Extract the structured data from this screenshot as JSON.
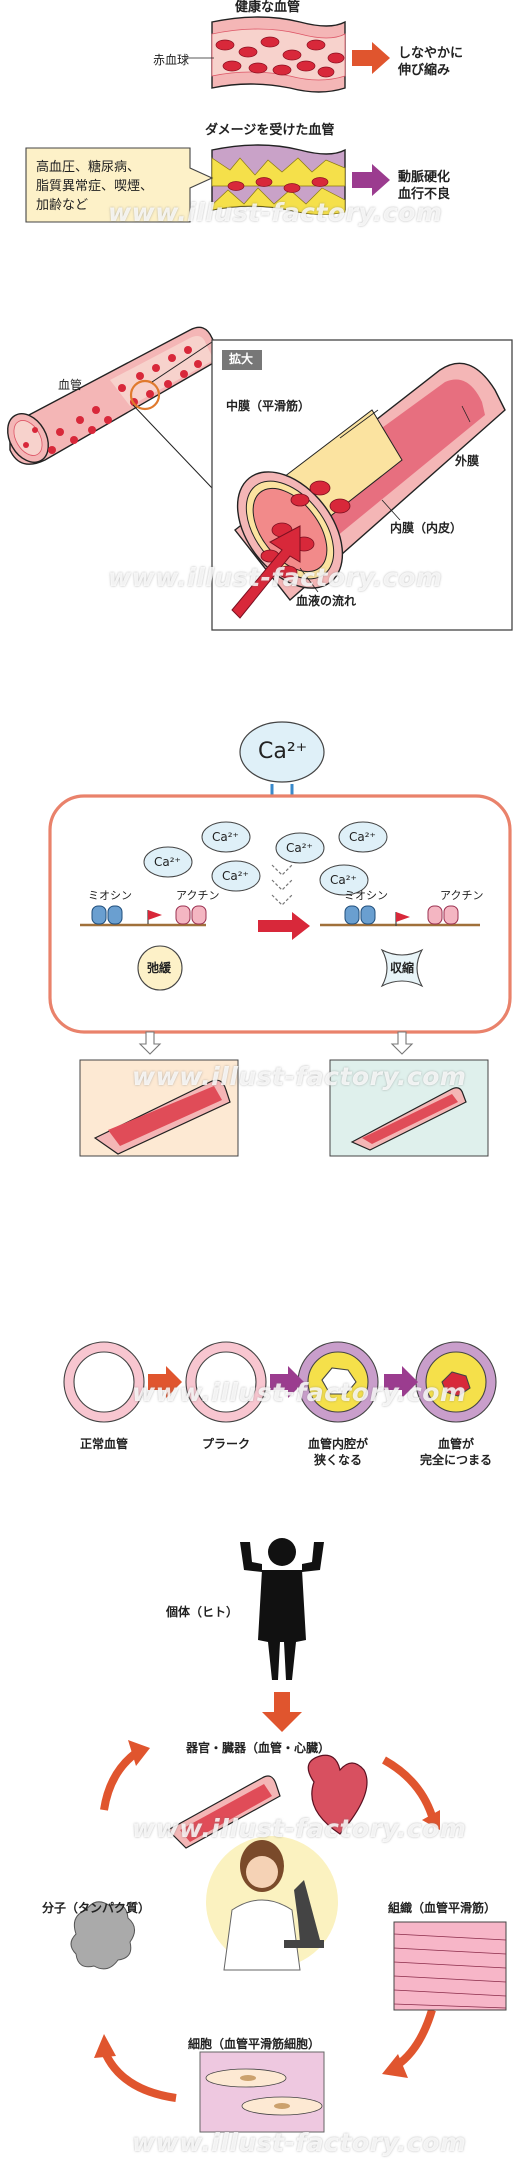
{
  "panel1": {
    "healthy_title": "健康な血管",
    "rbc_label": "赤血球",
    "healthy_result": [
      "しなやかに",
      "伸び縮み"
    ],
    "damaged_title": "ダメージを受けた血管",
    "risk_factors": [
      "高血圧、糖尿病、",
      "脂質異常症、喫煙、",
      "加齢など"
    ],
    "damaged_result": [
      "動脈硬化",
      "血行不良"
    ]
  },
  "panel2": {
    "vessel_label": "血管",
    "zoom_tag": "拡大",
    "middle_layer": "中膜（平滑筋）",
    "outer_layer": "外膜",
    "inner_layer": "内膜（内皮）",
    "blood_flow": "血液の流れ"
  },
  "panel3": {
    "ion": "Ca²⁺",
    "ion_small": "Ca²⁺",
    "myosin": "ミオシン",
    "actin": "アクチン",
    "relax": "弛緩",
    "contract": "収縮"
  },
  "panel4": {
    "stages": [
      "正常血管",
      "プラーク",
      "血管内腔が\n狭くなる",
      "血管が\n完全につまる"
    ]
  },
  "panel5": {
    "individual": "個体（ヒト）",
    "organ": "器官・臓器（血管・心臓）",
    "molecule": "分子（タンパク質）",
    "tissue": "組織（血管平滑筋）",
    "cell": "細胞（血管平滑筋細胞）"
  },
  "watermark": "www.illust-factory.com",
  "colors": {
    "rbc": "#d8283a",
    "vessel_pink": "#f4b6b6",
    "arrow_orange": "#e0552e",
    "arrow_purple": "#9b3c8f",
    "frame_salmon": "#e9826b",
    "ion_fill": "#dff0f8"
  }
}
